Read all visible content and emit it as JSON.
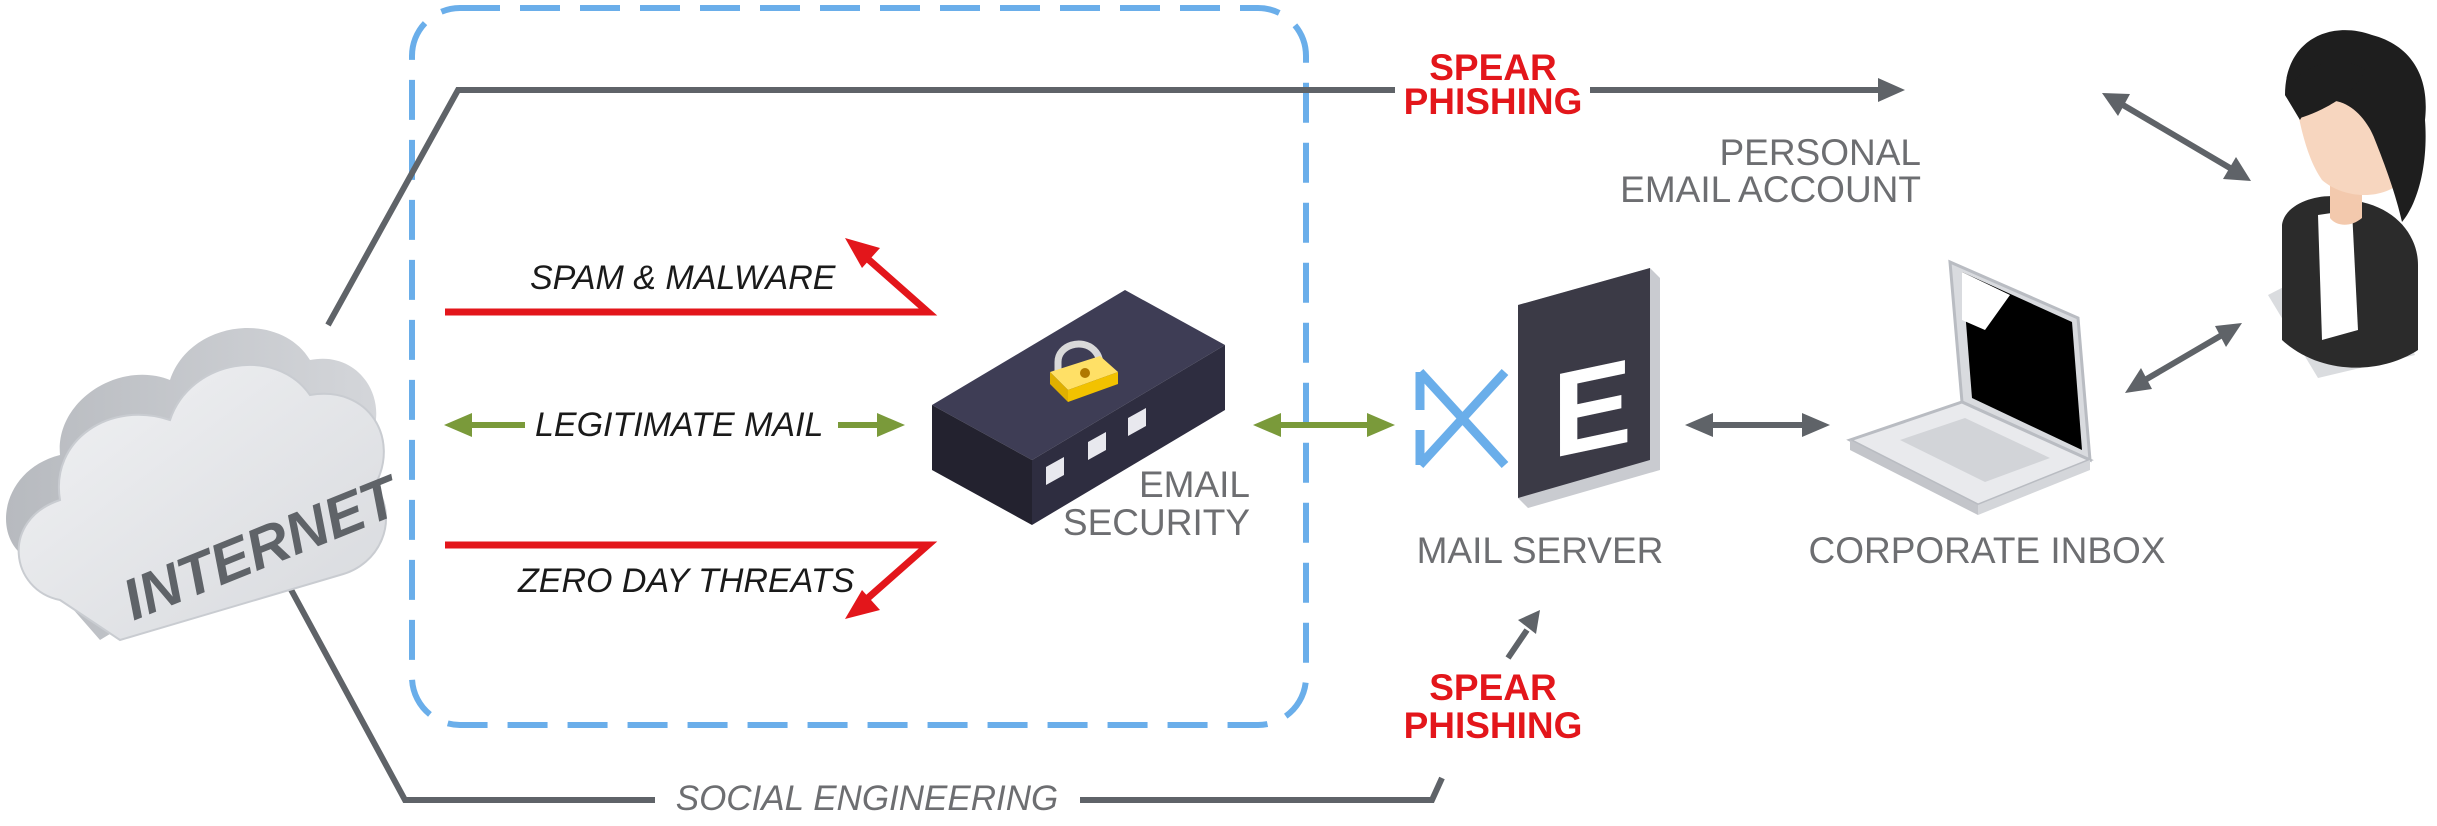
{
  "labels": {
    "spear_phishing_top_1": "SPEAR",
    "spear_phishing_top_2": "PHISHING",
    "personal_account_1": "PERSONAL",
    "personal_account_2": "EMAIL ACCOUNT",
    "spam_malware": "SPAM & MALWARE",
    "legitimate_mail": "LEGITIMATE MAIL",
    "zero_day": "ZERO DAY THREATS",
    "email_security_1": "EMAIL",
    "email_security_2": "SECURITY",
    "mail_server": "MAIL SERVER",
    "corporate_inbox": "CORPORATE INBOX",
    "spear_phishing_bottom_1": "SPEAR",
    "spear_phishing_bottom_2": "PHISHING",
    "social_engineering": "SOCIAL ENGINEERING",
    "internet": "INTERNET",
    "exchange_letter": "E"
  },
  "colors": {
    "threat": "#e3161b",
    "legit": "#7a9a3a",
    "path": "#5f6368",
    "boundary": "#6aaeea",
    "text_gray": "#6d6e71"
  }
}
